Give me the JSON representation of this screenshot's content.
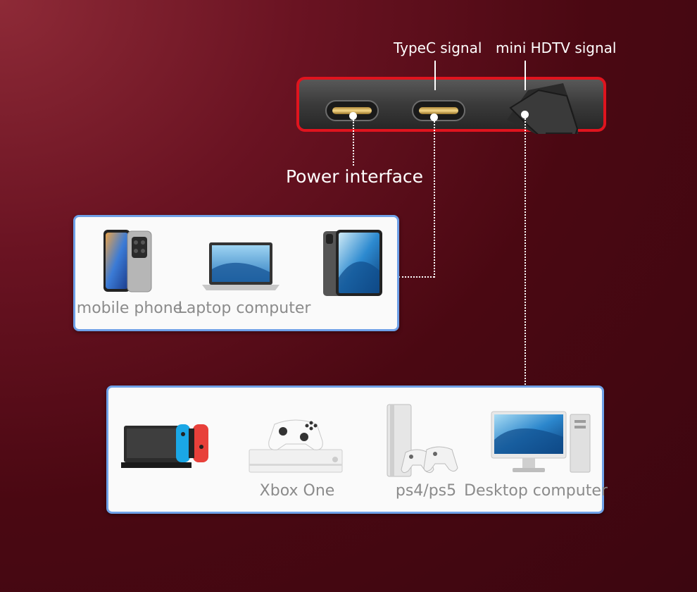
{
  "labels": {
    "typec_signal": "TypeC signal",
    "mini_hdtv_signal": "mini HDTV signal",
    "power_interface": "Power interface"
  },
  "typec_devices": {
    "mobile_phone": "mobile phone",
    "laptop_computer": "Laptop computer",
    "tablet": ""
  },
  "hdtv_devices": {
    "switch_console": "",
    "xbox_one": "Xbox One",
    "ps4_ps5": "ps4/ps5",
    "desktop_computer": "Desktop computer"
  },
  "colors": {
    "background": "#5a0e1a",
    "device_border": "#e0141e",
    "panel_border": "#6fa1e8",
    "label_text": "#8b8b8b"
  }
}
